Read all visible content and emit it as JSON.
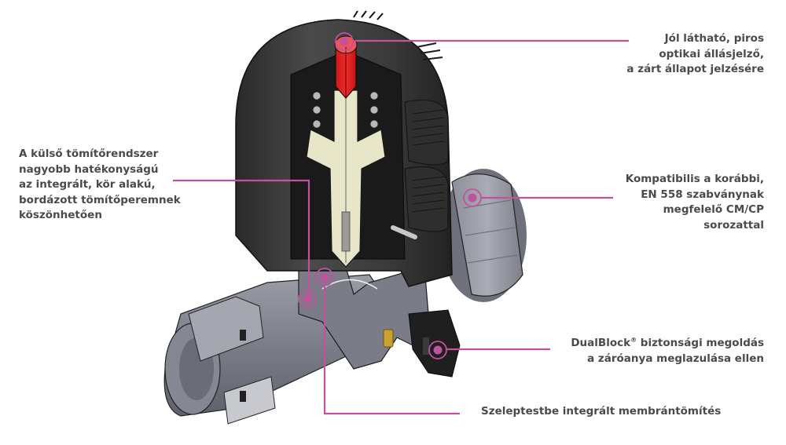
{
  "accent_color": "#c2529f",
  "diagram": {
    "subject": "Valve cutaway illustration",
    "callouts": [
      {
        "id": "indicator",
        "lines": [
          "Jól látható, piros",
          "optikai állásjelző,",
          "a zárt állapot jelzésére"
        ]
      },
      {
        "id": "seal-system",
        "lines": [
          "A külső tömítőrendszer",
          "nagyobb hatékonyságú",
          "az integrált, kör alakú,",
          "bordázott tömítőperemnek",
          "köszönhetően"
        ]
      },
      {
        "id": "compatibility",
        "lines": [
          "Kompatibilis a korábbi,",
          "EN 558 szabványnak",
          "megfelelő CM/CP",
          "sorozattal"
        ]
      },
      {
        "id": "dualblock",
        "brand": "DualBlock",
        "registered": "®",
        "line1_rest": " biztonsági megoldás",
        "line2": "a záróanya meglazulása ellen"
      },
      {
        "id": "membrane",
        "lines": [
          "Szeleptestbe integrált membrántömítés"
        ]
      }
    ]
  }
}
